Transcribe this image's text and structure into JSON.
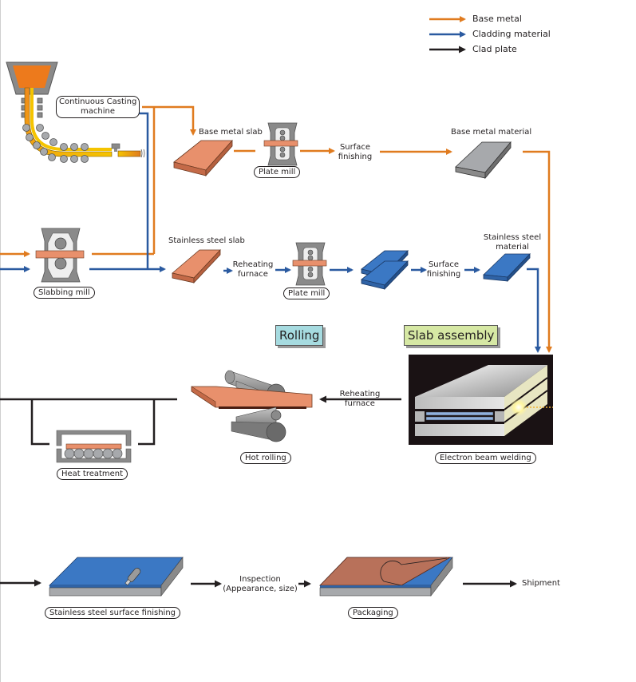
{
  "legend": [
    {
      "label": "Base metal",
      "color": "#e07b1f"
    },
    {
      "label": "Cladding material",
      "color": "#2a5aa0"
    },
    {
      "label": "Clad plate",
      "color": "#231f20"
    }
  ],
  "steps": {
    "continuous_casting": "Continuous Casting\nmachine",
    "continuous_casting_line1": "Continuous Casting",
    "continuous_casting_line2": "machine",
    "base_metal_slab": "Base metal slab",
    "plate_mill_top": "Plate mill",
    "surface_finishing_top_1": "Surface",
    "surface_finishing_top_2": "finishing",
    "base_metal_material": "Base metal material",
    "slabbing_mill": "Slabbing mill",
    "stainless_steel_slab": "Stainless steel slab",
    "reheating_furnace_mid_1": "Reheating",
    "reheating_furnace_mid_2": "furnace",
    "plate_mill_mid": "Plate mill",
    "surface_finishing_mid_1": "Surface",
    "surface_finishing_mid_2": "finishing",
    "stainless_steel_material_1": "Stainless steel",
    "stainless_steel_material_2": "material",
    "electron_beam_welding": "Electron beam welding",
    "reheating_furnace_low_1": "Reheating",
    "reheating_furnace_low_2": "furnace",
    "hot_rolling": "Hot rolling",
    "heat_treatment": "Heat treatment",
    "stainless_surface_finishing": "Stainless steel surface finishing",
    "inspection_1": "Inspection",
    "inspection_2": "(Appearance, size)",
    "packaging": "Packaging",
    "shipment": "Shipment"
  },
  "sections": {
    "rolling": {
      "label": "Rolling",
      "color": "#a6dbe0"
    },
    "slab_assembly": {
      "label": "Slab assembly",
      "color": "#d6e8a4"
    }
  },
  "colors": {
    "base_metal": "#e07b1f",
    "cladding": "#2a5aa0",
    "clad_plate": "#231f20",
    "copper_slab": "#e8906c",
    "stainless_blue": "#3b78c4",
    "steel_gray": "#a7a9ac"
  }
}
